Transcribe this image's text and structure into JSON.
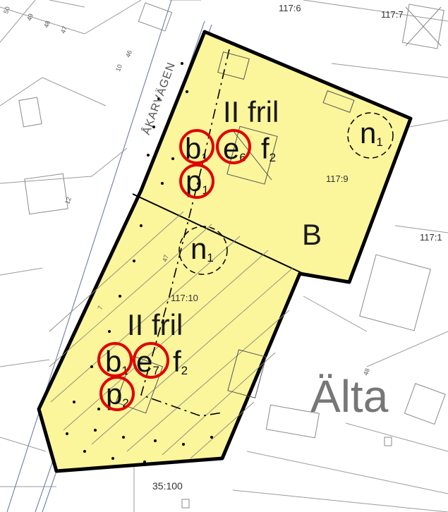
{
  "map": {
    "road_name": "ÅKARVÄGEN",
    "area_name": "Älta",
    "parcels": {
      "p_117_7": "117:7",
      "p_117_6": "117:6",
      "p_117_9": "117:9",
      "p_117_10": "117:10",
      "p_117_1": "117:1",
      "p_35_100": "35:100"
    },
    "house_numbers": [
      "50",
      "49",
      "48",
      "47",
      "46",
      "10",
      "12",
      "47",
      "48",
      "7"
    ],
    "zones": {
      "upper": {
        "storeys": "II fril",
        "codes": [
          {
            "letter": "b",
            "index": "1",
            "circled": true
          },
          {
            "letter": "e",
            "index": "6",
            "circled": true
          },
          {
            "letter": "f",
            "index": "2",
            "circled": false
          },
          {
            "letter": "p",
            "index": "1",
            "circled": true
          }
        ],
        "n_label": {
          "letter": "n",
          "index": "1"
        }
      },
      "lower": {
        "storeys": "II fril",
        "codes": [
          {
            "letter": "b",
            "index": "1",
            "circled": true
          },
          {
            "letter": "e",
            "index": "7",
            "circled": true
          },
          {
            "letter": "f",
            "index": "2",
            "circled": false
          },
          {
            "letter": "p",
            "index": "2",
            "circled": true
          }
        ],
        "n_label": {
          "letter": "n",
          "index": "1"
        }
      },
      "b_label": "B"
    },
    "colors": {
      "plan_area_fill": "#fbf59c",
      "highlight_circle": "#e00000",
      "boundary": "#000000"
    }
  }
}
